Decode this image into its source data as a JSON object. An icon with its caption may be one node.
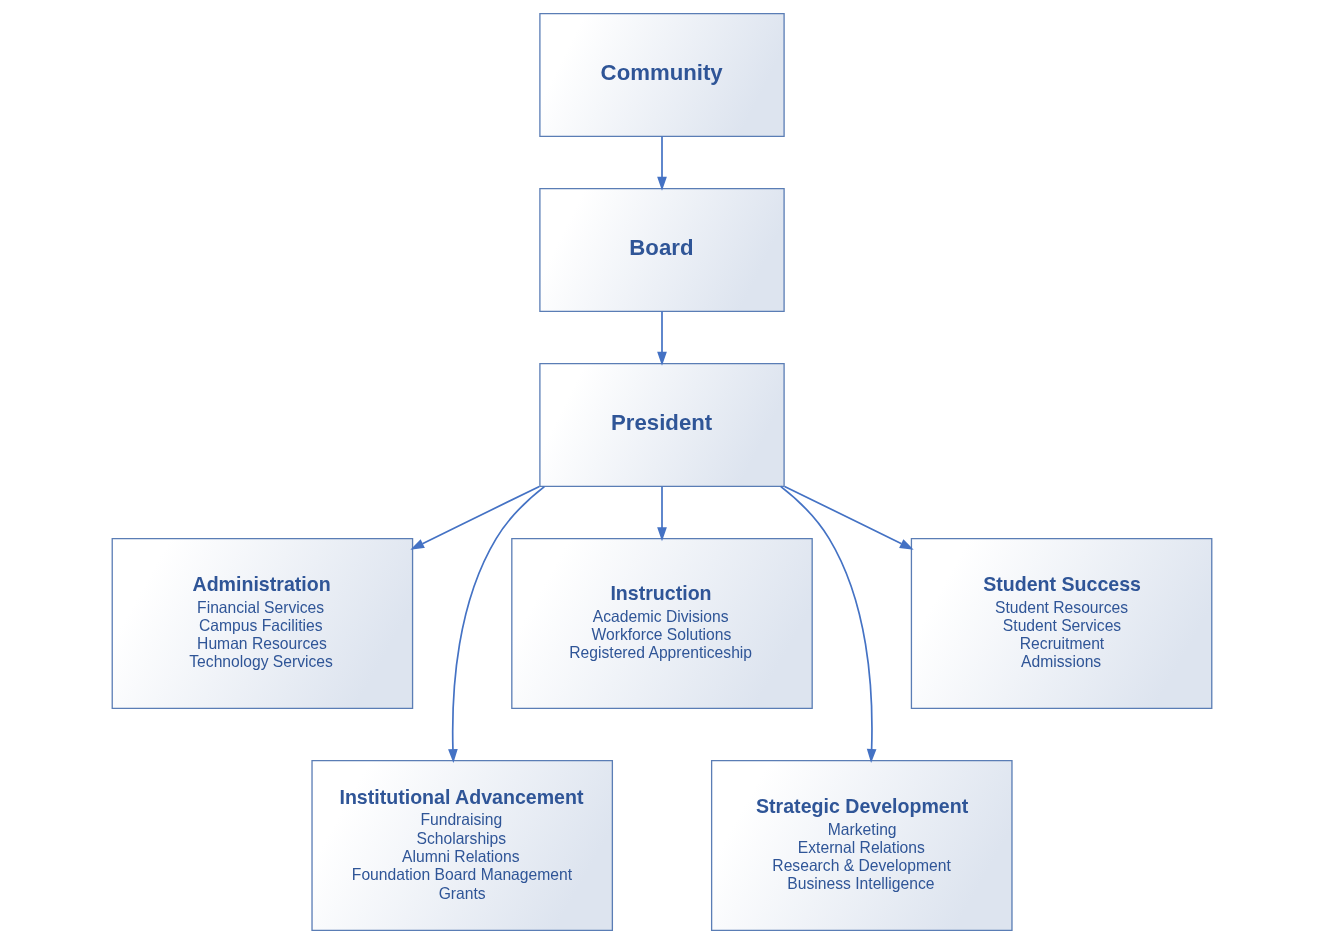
{
  "diagram": {
    "nodes": [
      {
        "text": [
          "Community"
        ]
      },
      {
        "text": [
          "Board"
        ]
      },
      {
        "text": [
          "President"
        ]
      },
      {
        "text": [
          "Administration",
          "Financial Services",
          "Campus Facilities",
          "Human Resources",
          "Technology Services"
        ]
      },
      {
        "text": [
          "Institutional Advancement",
          "Fundraising",
          "Scholarships",
          "Alumni Relations",
          "Foundation Board Management",
          "Grants"
        ]
      },
      {
        "text": [
          "Instruction",
          "Academic Divisions",
          "Workforce Solutions",
          "Registered Apprenticeship"
        ]
      },
      {
        "text": [
          "Strategic Development",
          "Marketing",
          "External Relations",
          "Research & Development",
          "Business Intelligence"
        ]
      },
      {
        "text": [
          "Student Success",
          "Student Resources",
          "Student Services",
          "Recruitment",
          "Admissions"
        ]
      }
    ],
    "edges": [
      {
        "from": 0,
        "to": 1,
        "arrow": "to"
      },
      {
        "from": 1,
        "to": 2,
        "arrow": "to"
      },
      {
        "from": 2,
        "to": 3,
        "arrow": "to"
      },
      {
        "from": 2,
        "to": 4,
        "arrow": "to"
      },
      {
        "from": 2,
        "to": 5,
        "arrow": "to"
      },
      {
        "from": 2,
        "to": 6,
        "arrow": "to"
      },
      {
        "from": 2,
        "to": 7,
        "arrow": "to"
      }
    ]
  }
}
